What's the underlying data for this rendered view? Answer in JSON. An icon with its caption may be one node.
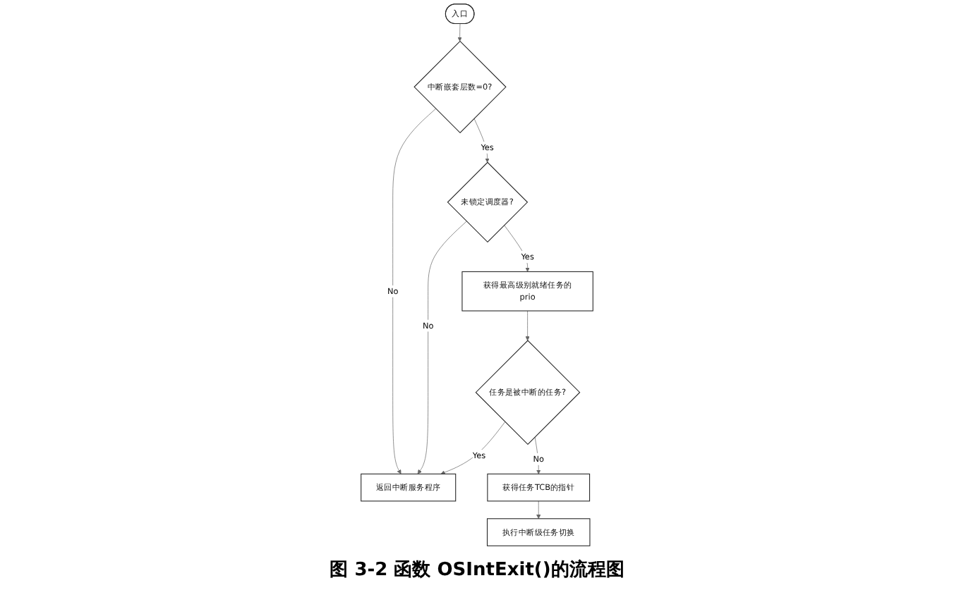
{
  "diagram": {
    "caption": "图 3-2 函数 OSIntExit()的流程图",
    "nodes": [
      {
        "text": [
          "入口"
        ]
      },
      {
        "text": [
          "中断嵌套层数=0?"
        ]
      },
      {
        "text": [
          "未锁定调度器?"
        ]
      },
      {
        "text": [
          "获得最高级别就绪任务的prio"
        ]
      },
      {
        "text": [
          "任务是被中断的任务?"
        ]
      },
      {
        "text": [
          "返回中断服务程序"
        ]
      },
      {
        "text": [
          "获得任务TCB的指针"
        ]
      },
      {
        "text": [
          "执行中断级任务切换"
        ]
      }
    ],
    "edges": [
      {
        "from": 0,
        "to": 1,
        "arrow": "to"
      },
      {
        "from": 1,
        "to": 2,
        "label": "Yes",
        "arrow": "to"
      },
      {
        "from": 1,
        "to": 5,
        "label": "No",
        "arrow": "to"
      },
      {
        "from": 2,
        "to": 3,
        "label": "Yes",
        "arrow": "to"
      },
      {
        "from": 2,
        "to": 5,
        "label": "No",
        "arrow": "to"
      },
      {
        "from": 3,
        "to": 4,
        "arrow": "to"
      },
      {
        "from": 4,
        "to": 5,
        "label": "Yes",
        "arrow": "to"
      },
      {
        "from": 4,
        "to": 6,
        "label": "No",
        "arrow": "to"
      },
      {
        "from": 6,
        "to": 7,
        "arrow": "to"
      }
    ]
  }
}
